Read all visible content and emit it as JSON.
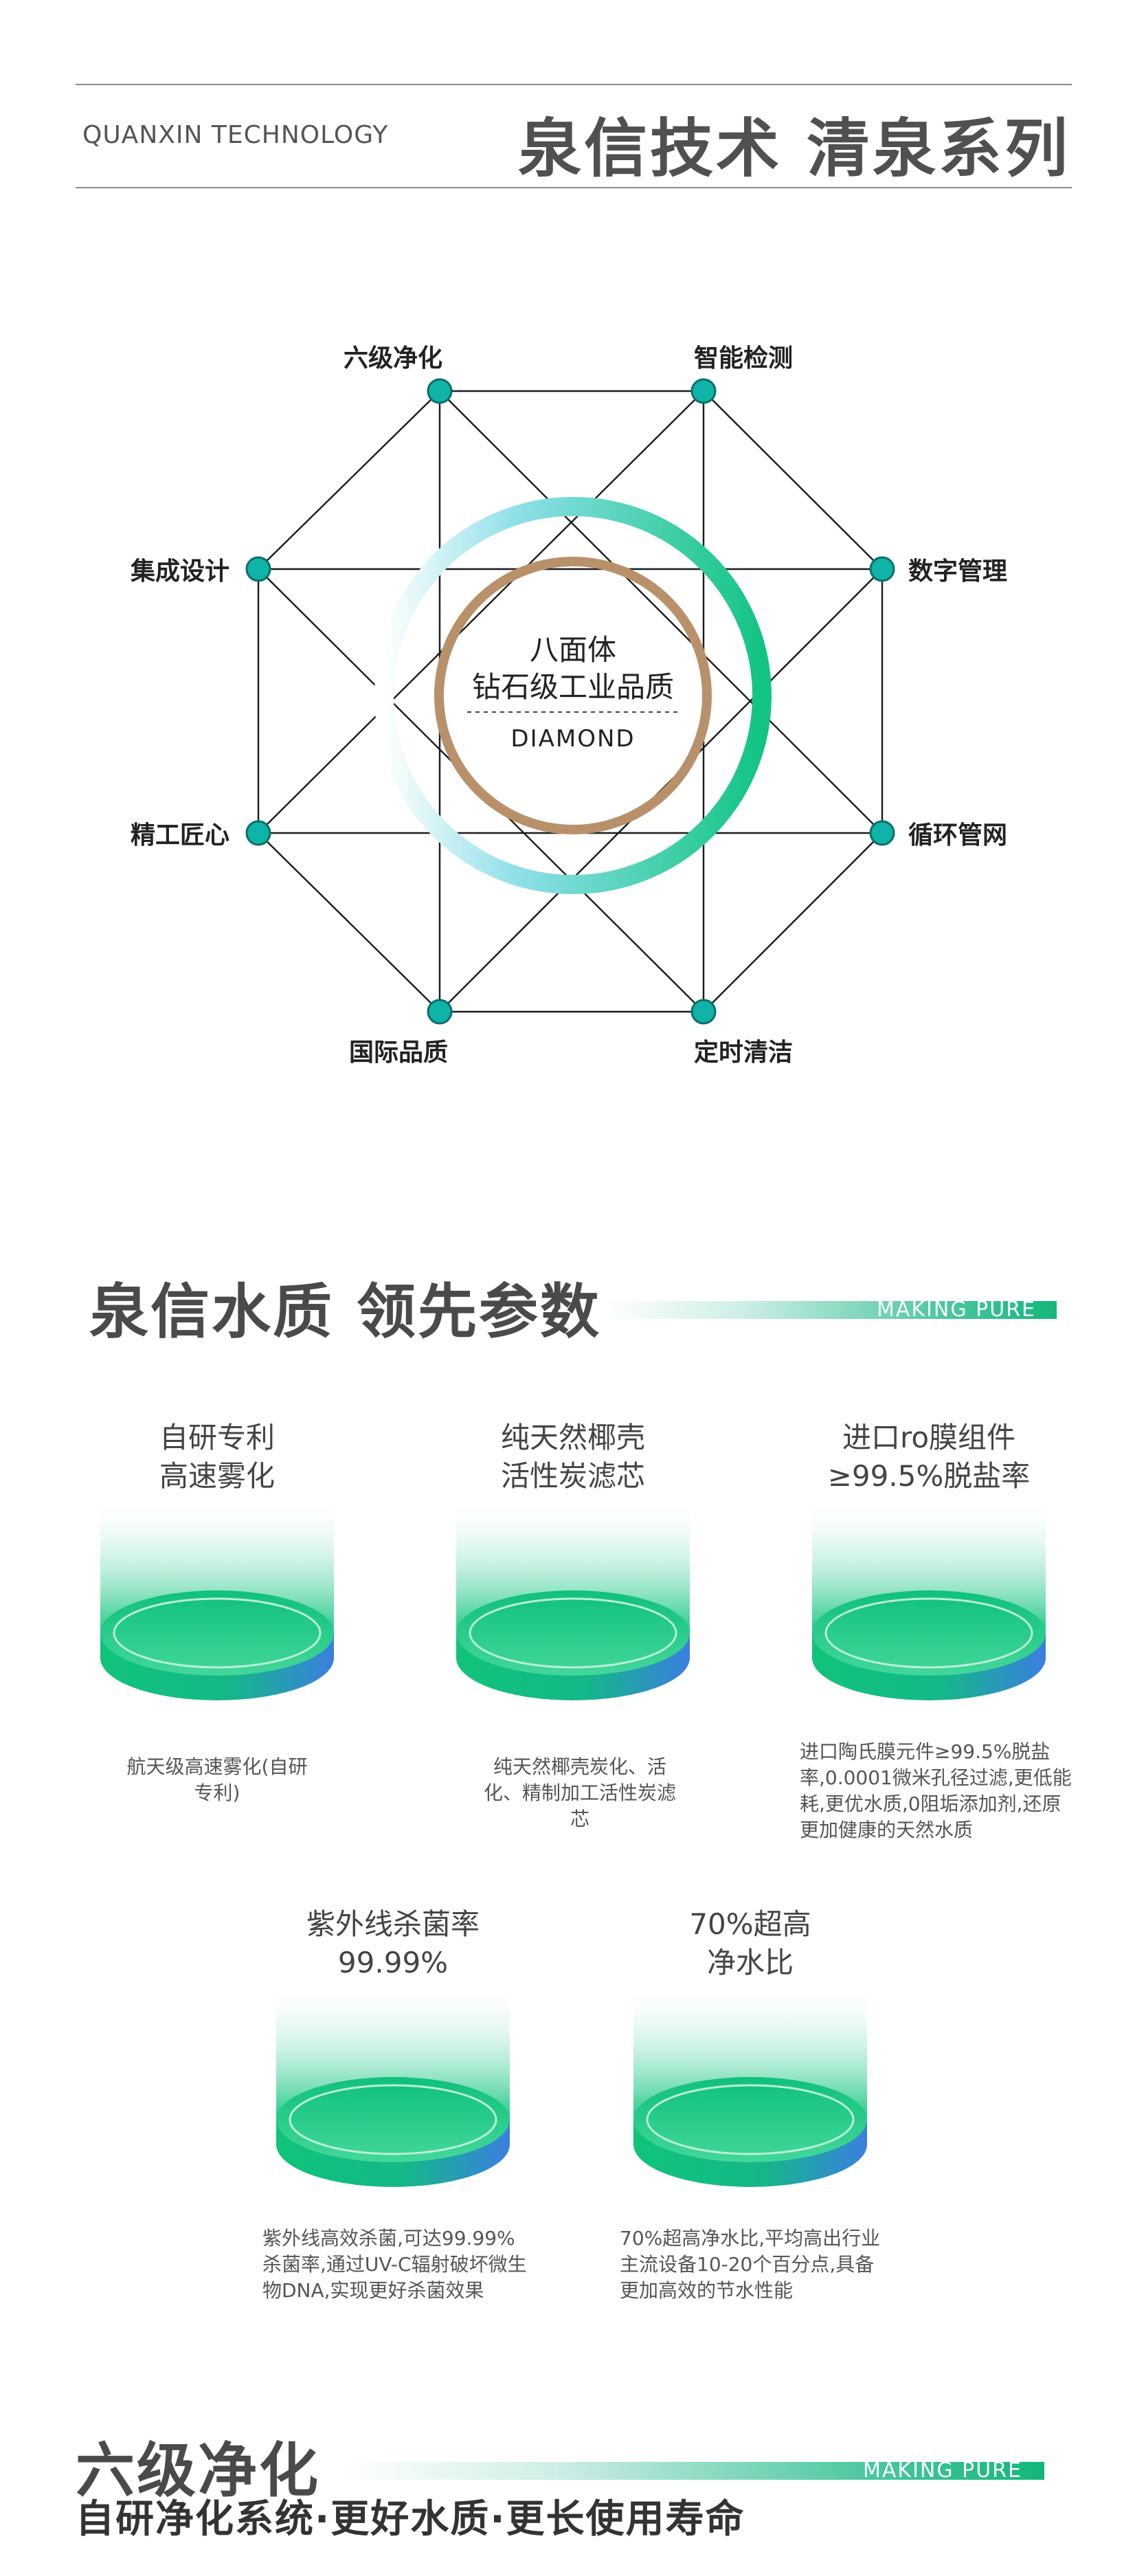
{
  "header": {
    "brand": "QUANXIN TECHNOLOGY",
    "title": "泉信技术 清泉系列"
  },
  "diagram": {
    "nodes": [
      {
        "label": "六级净化"
      },
      {
        "label": "智能检测"
      },
      {
        "label": "数字管理"
      },
      {
        "label": "循环管网"
      },
      {
        "label": "定时清洁"
      },
      {
        "label": "国际品质"
      },
      {
        "label": "精工匠心"
      },
      {
        "label": "集成设计"
      }
    ],
    "center_line1": "八面体",
    "center_line2": "钻石级工业品质",
    "center_line3": "DIAMOND",
    "colors": {
      "node": "#10b3a7",
      "ring_outer": "#1dc88f",
      "ring_inner": "#b8916a"
    }
  },
  "section1": {
    "title": "泉信水质 领先参数",
    "tag": "MAKING PURE",
    "features": [
      {
        "title1": "自研专利",
        "title2": "高速雾化",
        "desc": "航天级高速雾化(自研专利)"
      },
      {
        "title1": "纯天然椰壳",
        "title2": "活性炭滤芯",
        "desc": "纯天然椰壳炭化、活化、精制加工活性炭滤芯"
      },
      {
        "title1": "进口ro膜组件",
        "title2": "≥99.5%脱盐率",
        "desc": "进口陶氏膜元件≥99.5%脱盐率,0.0001微米孔径过滤,更低能耗,更优水质,0阻垢添加剂,还原更加健康的天然水质"
      },
      {
        "title1": "紫外线杀菌率",
        "title2": "99.99%",
        "desc": "紫外线高效杀菌,可达99.99%杀菌率,通过UV-C辐射破坏微生物DNA,实现更好杀菌效果"
      },
      {
        "title1": "70%超高",
        "title2": "净水比",
        "desc": "70%超高净水比,平均高出行业主流设备10-20个百分点,具备更加高效的节水性能"
      }
    ]
  },
  "section2": {
    "title": "六级净化",
    "tag": "MAKING PURE",
    "subtitle": "自研净化系统·更好水质·更长使用寿命"
  }
}
